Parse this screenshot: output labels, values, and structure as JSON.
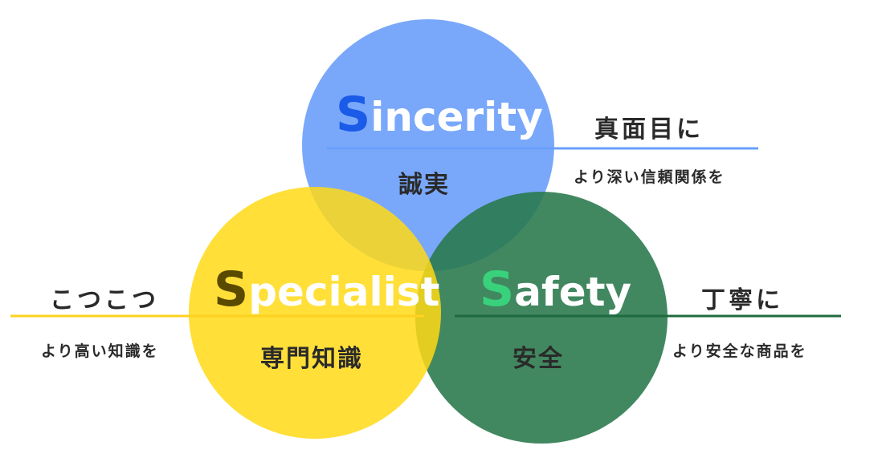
{
  "sincerity": {
    "initial": "S",
    "rest": "incerity",
    "sub": "誠実",
    "side_heading": "真面目に",
    "side_text": "より深い信頼関係を",
    "circle_color": "#6a9ffb",
    "initial_color": "#1a5be8",
    "word_color": "#ffffff",
    "line_color": "#6a9ffb"
  },
  "specialist": {
    "initial": "S",
    "rest": "pecialist",
    "sub": "専門知識",
    "side_heading": "こつこつ",
    "side_text": "より高い知識を",
    "circle_color": "#ffdc2c",
    "initial_color": "#5a4a00",
    "word_color": "#ffffff",
    "line_color": "#ffd21f"
  },
  "safety": {
    "initial": "S",
    "rest": "afety",
    "sub": "安全",
    "side_heading": "丁寧に",
    "side_text": "より安全な商品を",
    "circle_color": "#3b8a5c",
    "initial_color": "#39d17c",
    "word_color": "#ffffff",
    "line_color": "#1f6a3e"
  }
}
